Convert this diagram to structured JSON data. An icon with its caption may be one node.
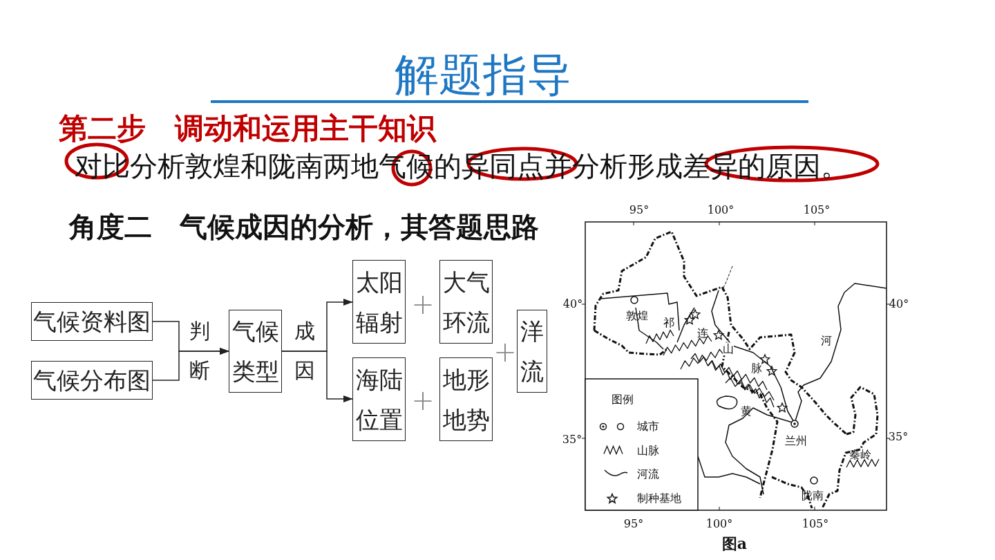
{
  "diagram": {
    "title": "解题指导",
    "caption": "图a",
    "nodes": [
      {
        "text": [
          "气候资料图"
        ]
      },
      {
        "text": [
          "气候分布图"
        ]
      },
      {
        "text": [
          "气候类型"
        ]
      },
      {
        "text": [
          "太阳辐射"
        ]
      },
      {
        "text": [
          "大气环流"
        ]
      },
      {
        "text": [
          "海陆位置"
        ]
      },
      {
        "text": [
          "地形地势"
        ]
      },
      {
        "text": [
          "洋流"
        ]
      }
    ],
    "edges": [
      {
        "from": 0,
        "to": 2,
        "arrow": "to",
        "label": "判断"
      },
      {
        "from": 1,
        "to": 2,
        "arrow": "to"
      },
      {
        "from": 2,
        "to": 3,
        "arrow": "to",
        "label": "成因"
      },
      {
        "from": 2,
        "to": 5,
        "arrow": "to"
      }
    ],
    "labels": [
      "第二步　调动和运用主干知识",
      "对比分析敦煌和陇南两地气候的异同点并分析形成差异的原因。",
      "角度二　气候成因的分析，其答题思路",
      "+",
      "+",
      "+",
      "95°",
      "100°",
      "105°",
      "40°",
      "40°",
      "敦煌",
      "祁",
      "连",
      "河",
      "山",
      "脉",
      "图例",
      "黄",
      "35°",
      "兰州",
      "35°",
      "秦岭",
      "陇南",
      "95°",
      "100°",
      "105°"
    ],
    "legend": [
      {
        "text": "城市"
      },
      {
        "text": "山脉"
      },
      {
        "text": "河流"
      },
      {
        "text": "制种基地"
      }
    ]
  }
}
